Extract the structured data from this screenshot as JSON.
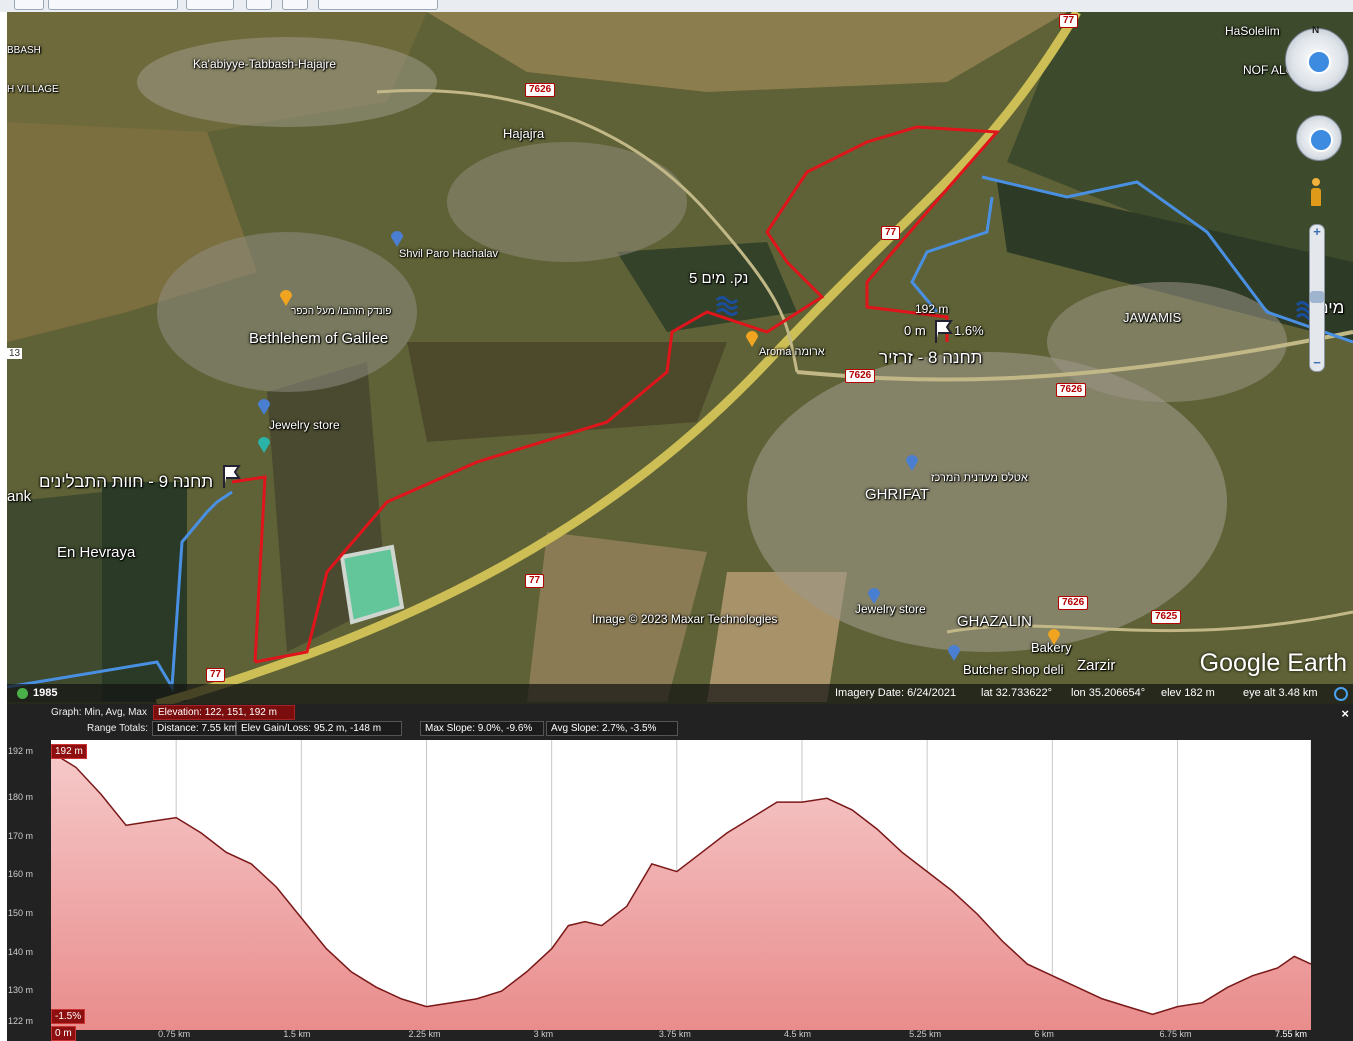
{
  "map": {
    "labels": {
      "kabash": "BBASH",
      "village": "H VILLAGE",
      "kaabiyye": "Ka'abiyye-Tabbash-Hajajre",
      "hajajra": "Hajajra",
      "shvil": "Shvil Paro Hachalav",
      "hotel": "פונדק הזהבו/ מעל הכפר",
      "bethlehem": "Bethlehem of Galilee",
      "jewelry1": "Jewelry store",
      "station9": "תחנה 9 - חוות התבלינים",
      "bank": "ank",
      "enhevraya": "En Hevraya",
      "station5": "נק. מים 5",
      "aroma": "Aroma ארומה",
      "elev192": "192 m",
      "zero_m": "0 m",
      "slope": "1.6%",
      "station8": "תחנה 8 - זרזיר",
      "water_right": "מים",
      "jawamis": "JAWAMIS",
      "atlas": "אטלס מעדנית המרכז",
      "ghrifat": "GHRIFAT",
      "jewelry2": "Jewelry store",
      "ghazalin": "GHAZALIN",
      "bakery": "Bakery",
      "butcher": "Butcher shop deli",
      "zarzir": "Zarzir",
      "copyright": "Image © 2023 Maxar Technologies",
      "hasolelim": "HaSolelim",
      "noladol": "NOF ALON",
      "left13": "13"
    },
    "roads": {
      "r77a": "77",
      "r77b": "77",
      "r77c": "77",
      "r77d": "77",
      "r7626a": "7626",
      "r7626b": "7626",
      "r7626c": "7626",
      "r7626d": "7626",
      "r7625": "7625"
    },
    "logo": "Google Earth",
    "status": {
      "year": "1985",
      "imagery_date": "Imagery Date: 6/24/2021",
      "lat": "lat   32.733622°",
      "lon": "lon   35.206654°",
      "elev": "elev   182 m",
      "eye_alt": "eye alt   3.48 km"
    },
    "nav": {
      "north": "N"
    }
  },
  "profile": {
    "row1_label": "Graph: Min, Avg, Max",
    "elevation": "Elevation: 122, 151, 192 m",
    "row2_label": "Range Totals:",
    "distance": "Distance: 7.55 km",
    "gain_loss": "Elev Gain/Loss: 95.2 m, -148 m",
    "max_slope": "Max Slope: 9.0%, -9.6%",
    "avg_slope": "Avg Slope: 2.7%, -3.5%",
    "close": "×",
    "tag_top": "192 m",
    "tag_slope": "-1.5%",
    "tag_start": "0 m",
    "y_ticks": [
      "192 m",
      "180 m",
      "170 m",
      "160 m",
      "150 m",
      "140 m",
      "130 m",
      "122 m"
    ],
    "x_ticks": [
      "0.75 km",
      "1.5 km",
      "2.25 km",
      "3 km",
      "3.75 km",
      "4.5 km",
      "5.25 km",
      "6 km",
      "6.75 km",
      "7.55 km"
    ]
  },
  "chart_data": {
    "type": "area",
    "title": "",
    "xlabel": "",
    "ylabel": "",
    "xlim": [
      0,
      7.55
    ],
    "ylim": [
      122,
      192
    ],
    "series": [
      {
        "x": [
          0,
          0.15,
          0.3,
          0.45,
          0.6,
          0.75,
          0.9,
          1.05,
          1.2,
          1.35,
          1.5,
          1.65,
          1.8,
          1.95,
          2.1,
          2.25,
          2.4,
          2.55,
          2.7,
          2.85,
          3.0,
          3.1,
          3.2,
          3.3,
          3.45,
          3.6,
          3.75,
          3.9,
          4.05,
          4.2,
          4.35,
          4.5,
          4.65,
          4.8,
          4.95,
          5.1,
          5.25,
          5.4,
          5.55,
          5.7,
          5.85,
          6.0,
          6.15,
          6.3,
          6.45,
          6.6,
          6.75,
          6.9,
          7.05,
          7.2,
          7.35,
          7.45,
          7.55
        ],
        "values": [
          192,
          188,
          181,
          173,
          174,
          175,
          171,
          166,
          163,
          157,
          149,
          141,
          135,
          131,
          128,
          126,
          127,
          128,
          130,
          135,
          141,
          147,
          148,
          147,
          152,
          163,
          161,
          166,
          171,
          175,
          179,
          179,
          180,
          177,
          172,
          166,
          161,
          156,
          150,
          143,
          137,
          134,
          131,
          128,
          126,
          124,
          126,
          127,
          131,
          134,
          136,
          139,
          137
        ]
      }
    ],
    "colors": {
      "line": "#7a1818",
      "fill_top": "#f6c9c9",
      "fill_bottom": "#e98c8c"
    }
  }
}
